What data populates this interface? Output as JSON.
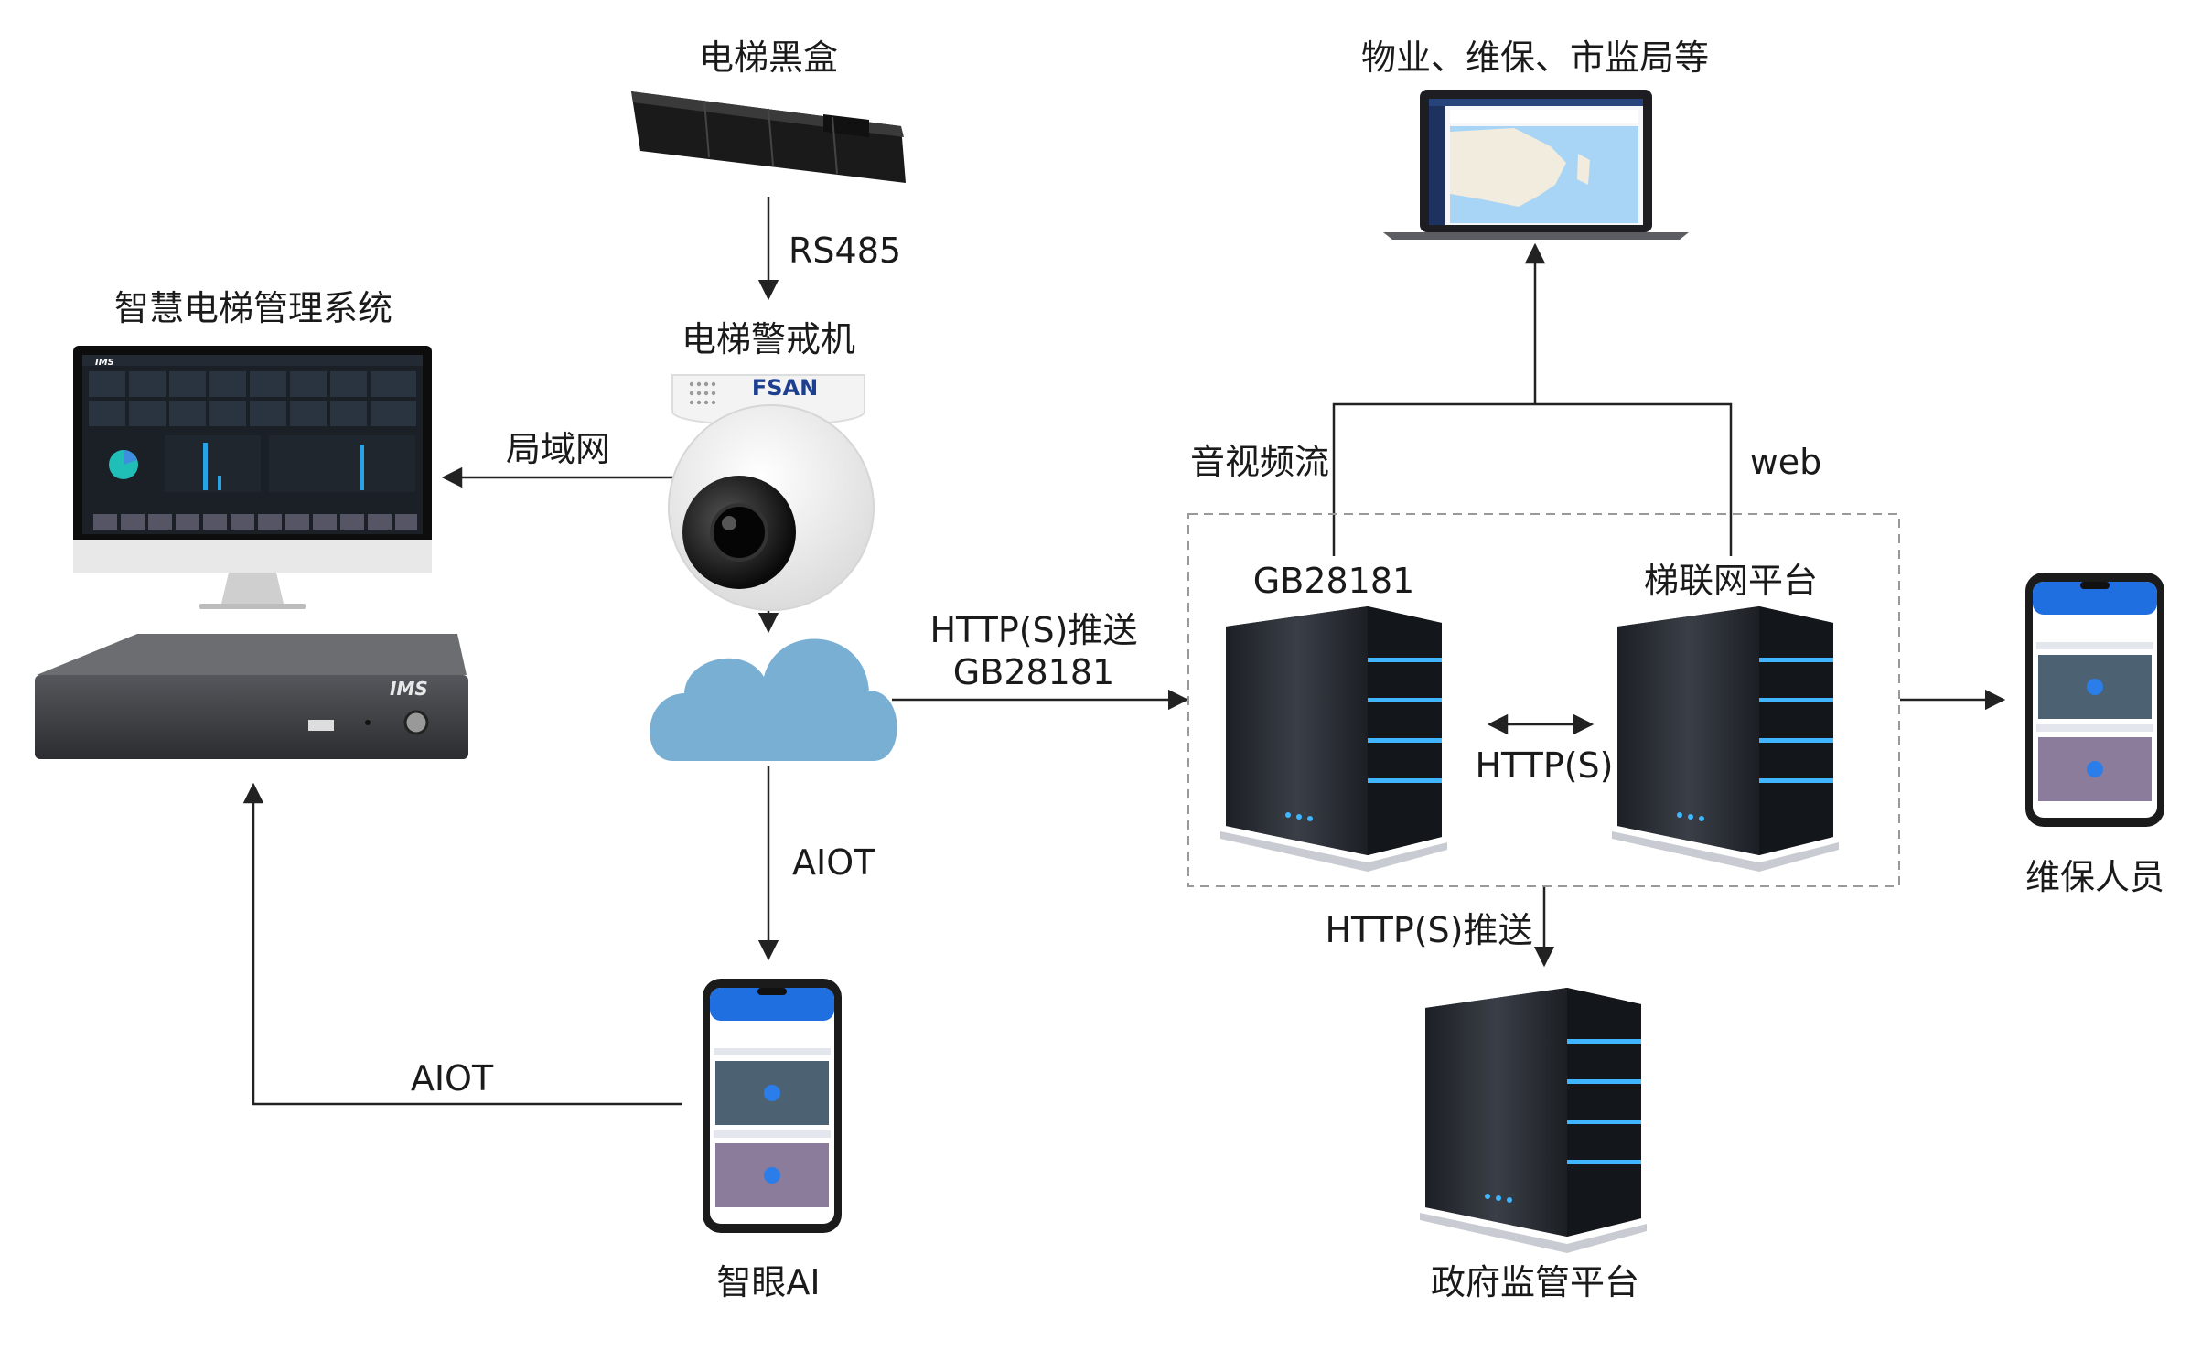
{
  "nodes": {
    "blackbox": {
      "label": "电梯黑盒"
    },
    "alarm": {
      "label": "电梯警戒机",
      "brand": "FSAN"
    },
    "ims": {
      "label": "智慧电梯管理系统",
      "logo": "IMS"
    },
    "property": {
      "label": "物业、维保、市监局等"
    },
    "gb_server": {
      "label": "GB28181"
    },
    "platform": {
      "label": "梯联网平台"
    },
    "maintainer": {
      "label": "维保人员"
    },
    "zhiyan": {
      "label": "智眼AI"
    },
    "gov": {
      "label": "政府监管平台"
    }
  },
  "edges": {
    "rs485": "RS485",
    "lan": "局域网",
    "push_line1": "HTTP(S)推送",
    "push_line2": "GB28181",
    "av_stream": "音视频流",
    "web": "web",
    "https": "HTTP(S)",
    "aiot_down": "AIOT",
    "aiot_left": "AIOT",
    "gov_push": "HTTP(S)推送"
  },
  "colors": {
    "cloud": "#7aafd4",
    "server_body": "#2b2f36",
    "server_led": "#3fb6ff",
    "line": "#222222",
    "dashed_box": "#999999",
    "map": "#a8d4f5"
  }
}
